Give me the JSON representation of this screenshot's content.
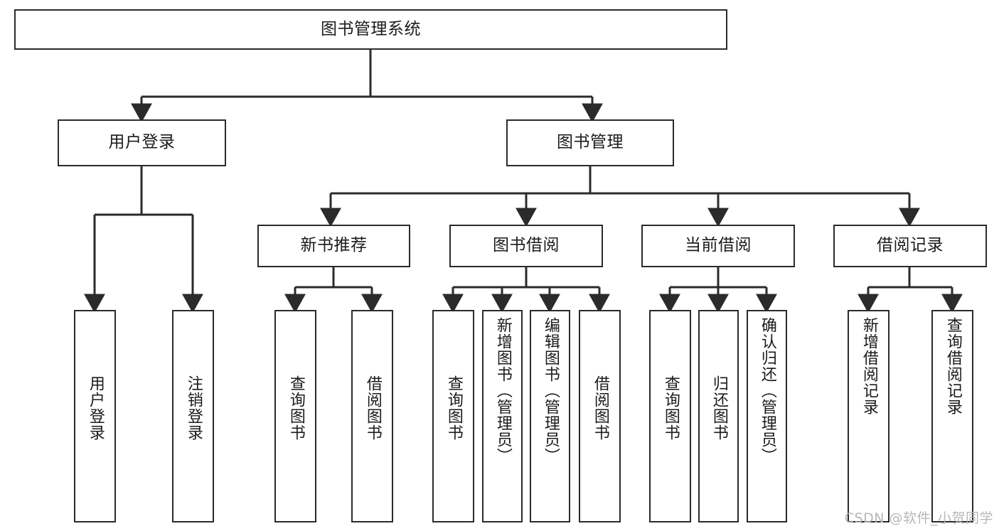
{
  "diagram": {
    "title": "图书管理系统",
    "type": "tree-hierarchy",
    "watermark": "CSDN @软件_小贺同学",
    "colors": {
      "box_border": "#2b2b2b",
      "box_fill": "#ffffff",
      "connector": "#2b2b2b",
      "text": "#1b1b1b",
      "watermark": "#b7b7b7"
    },
    "nodes": {
      "root": {
        "label": "图书管理系统"
      },
      "level2": [
        {
          "id": "user-login",
          "label": "用户登录"
        },
        {
          "id": "book-management",
          "label": "图书管理"
        }
      ],
      "level3": [
        {
          "id": "new-book-recommend",
          "label": "新书推荐"
        },
        {
          "id": "book-borrow",
          "label": "图书借阅"
        },
        {
          "id": "current-borrow",
          "label": "当前借阅"
        },
        {
          "id": "borrow-record",
          "label": "借阅记录"
        }
      ],
      "leaves": {
        "user-login": [
          {
            "id": "leaf-user-login",
            "label": "用户登录"
          },
          {
            "id": "leaf-logout",
            "label": "注销登录"
          }
        ],
        "new-book-recommend": [
          {
            "id": "leaf-query-book-1",
            "label": "查询图书"
          },
          {
            "id": "leaf-borrow-book-1",
            "label": "借阅图书"
          }
        ],
        "book-borrow": [
          {
            "id": "leaf-query-book-2",
            "label": "查询图书"
          },
          {
            "id": "leaf-add-book",
            "label": "新增图书（管理员）"
          },
          {
            "id": "leaf-edit-book",
            "label": "编辑图书（管理员）"
          },
          {
            "id": "leaf-borrow-book-2",
            "label": "借阅图书"
          }
        ],
        "current-borrow": [
          {
            "id": "leaf-query-book-3",
            "label": "查询图书"
          },
          {
            "id": "leaf-return-book",
            "label": "归还图书"
          },
          {
            "id": "leaf-confirm-return",
            "label": "确认归还（管理员）"
          }
        ],
        "borrow-record": [
          {
            "id": "leaf-add-record",
            "label": "新增借阅记录"
          },
          {
            "id": "leaf-query-record",
            "label": "查询借阅记录"
          }
        ]
      }
    }
  }
}
